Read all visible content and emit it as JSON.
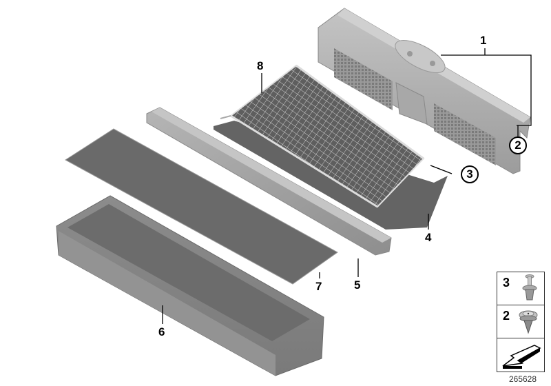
{
  "diagram": {
    "type": "exploded parts diagram",
    "image_id": "265628",
    "colors": {
      "background": "#ffffff",
      "part_dark": "#6b6b6b",
      "part_mid": "#8e8e8e",
      "part_light": "#b4b4b4",
      "leader_line": "#000000"
    },
    "callouts": [
      {
        "id": "1",
        "label": "1",
        "style": "plain",
        "part": "trunk trim panel"
      },
      {
        "id": "2",
        "label": "2",
        "style": "circled",
        "part": "expanding rivet"
      },
      {
        "id": "3",
        "label": "3",
        "style": "circled",
        "part": "clip"
      },
      {
        "id": "4",
        "label": "4",
        "style": "plain",
        "part": "floor mat"
      },
      {
        "id": "5",
        "label": "5",
        "style": "plain",
        "part": "cover strip"
      },
      {
        "id": "6",
        "label": "6",
        "style": "plain",
        "part": "storage tray"
      },
      {
        "id": "7",
        "label": "7",
        "style": "plain",
        "part": "floor cover"
      },
      {
        "id": "8",
        "label": "8",
        "style": "plain",
        "part": "luggage net"
      }
    ],
    "legend": [
      {
        "label": "3",
        "icon": "push-rivet-icon"
      },
      {
        "label": "2",
        "icon": "expanding-rivet-icon"
      },
      {
        "label": "",
        "icon": "direction-arrow-icon"
      }
    ]
  }
}
